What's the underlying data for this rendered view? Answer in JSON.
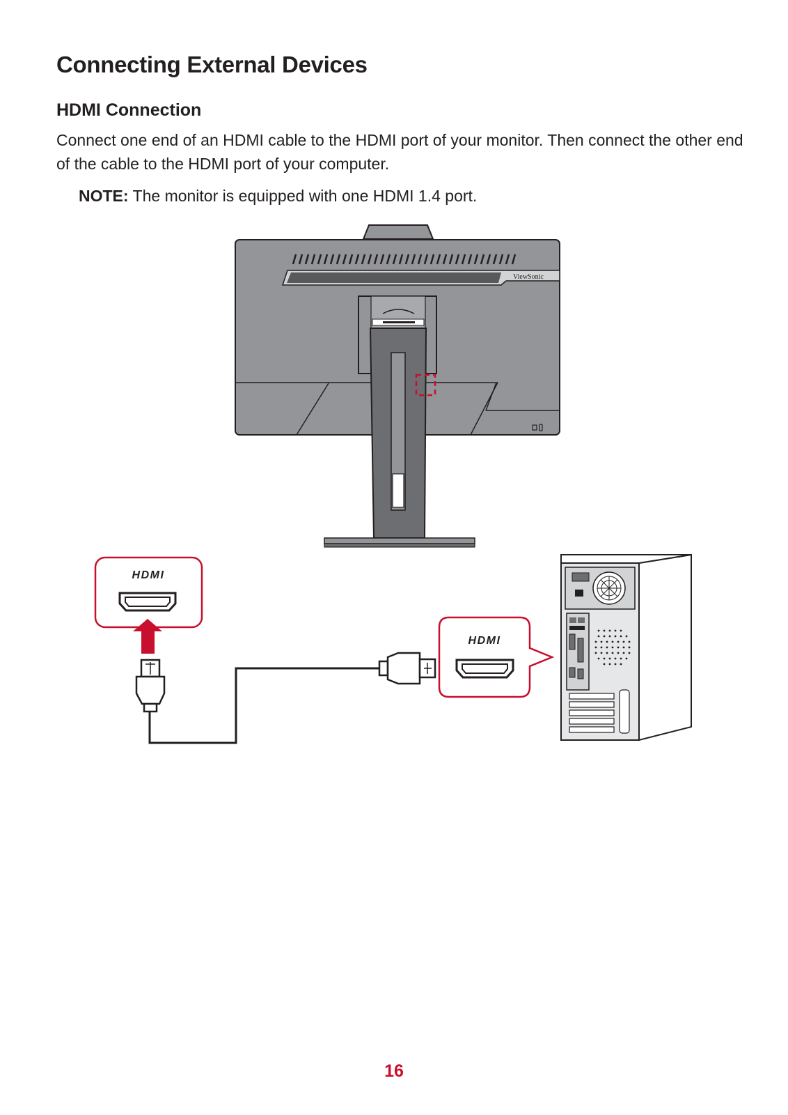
{
  "page": {
    "title": "Connecting External Devices",
    "section_title": "HDMI Connection",
    "body": "Connect one end of an HDMI cable to the HDMI port of your monitor. Then connect the other end of the cable to the HDMI port of your computer.",
    "note_label": "NOTE:",
    "note_text": "The monitor is equipped with one HDMI 1.4 port.",
    "page_number": "16"
  },
  "illustration": {
    "brand_label": "ViewSonic",
    "port_label_monitor": "HDMI",
    "port_label_computer": "HDMI",
    "accent_color": "#c8102e",
    "monitor_color": "#939598",
    "stand_color": "#6d6e71"
  }
}
